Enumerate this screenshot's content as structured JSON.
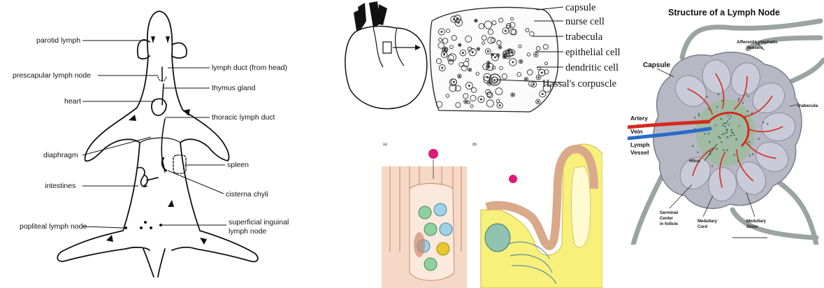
{
  "rat_diagram": {
    "labels": {
      "parotid": "parotid lymph",
      "prescapular": "prescapular lymph node",
      "heart": "heart",
      "lymph_duct_head": "lymph duct (from head)",
      "thymus": "thymus gland",
      "thoracic": "thoracic lymph duct",
      "diaphragm": "diaphragm",
      "spleen": "spleen",
      "intestines": "intestines",
      "cisterna": "cisterna chyli",
      "popliteal": "popliteal lymph node",
      "superficial_1": "superficial inguinal",
      "superficial_2": "lymph node"
    }
  },
  "thymus_diagram": {
    "labels": {
      "capsule": "capsule",
      "nurse_cell": "nurse cell",
      "trabecula": "trabecula",
      "epithelial": "epithelial cell",
      "dendritic": "dendritic cell",
      "hassal": "Hassal's corpuscle"
    }
  },
  "lymph_node": {
    "title": "Structure of a Lymph Node",
    "labels": {
      "afferent_1": "Afferent Lymphatic",
      "afferent_2": "Vessels",
      "capsule": "Capsule",
      "trabecula": "Trabecula",
      "artery": "Artery",
      "vein": "Vein",
      "lymph_vessel_1": "Lymph",
      "lymph_vessel_2": "Vessel",
      "hilus": "Hilus",
      "germinal_1": "Germinal",
      "germinal_2": "Center",
      "germinal_3": "in follicle",
      "medullary_cord_1": "Medullary",
      "medullary_cord_2": "Cord",
      "medullary_sinus_1": "Medullary",
      "medullary_sinus_2": "Sinus"
    },
    "colors": {
      "artery": "#d42a1e",
      "vein": "#2a6bc9",
      "node": "#b6b8c4",
      "follicle": "#8fb2a0"
    }
  }
}
